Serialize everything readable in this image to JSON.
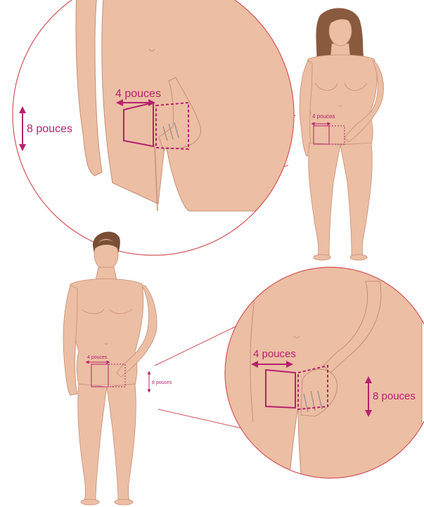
{
  "labels": {
    "width_label": "4 pouces",
    "height_label": "8 pouces"
  },
  "colors": {
    "skin": "#ecbea3",
    "skin_shadow": "#d49d83",
    "outline": "#c59078",
    "hair_female": "#8a5a3e",
    "hair_male": "#7a4e36",
    "accent": "#b5226e",
    "lens_ring": "#d2555a",
    "zoom_line": "#d2555a"
  },
  "icons": [
    "female-figure",
    "male-figure",
    "magnifier-lens",
    "double-arrow-icon"
  ]
}
